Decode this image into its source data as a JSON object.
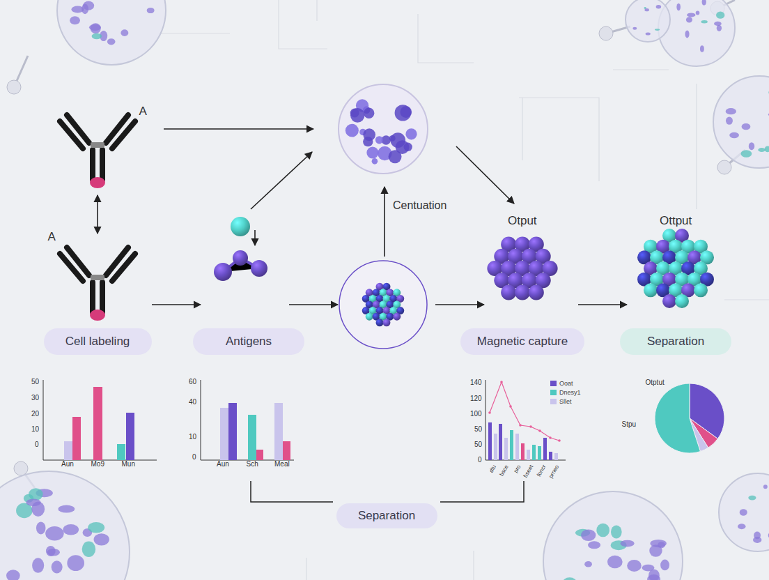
{
  "diagram": {
    "nodes": [
      {
        "text": [
          "Cell labeling"
        ]
      },
      {
        "text": [
          "Antigens"
        ]
      },
      {
        "text": [
          "Magnetic capture"
        ]
      },
      {
        "text": [
          "Separation"
        ]
      },
      {
        "text": [
          "Separation"
        ]
      }
    ],
    "labels": [
      "A",
      "A",
      "Centuation",
      "Otput",
      "Ottput",
      "50",
      "30",
      "20",
      "10",
      "0",
      "Aun",
      "Mo9",
      "Mun",
      "60",
      "40",
      "10",
      "0",
      "Aun",
      "Sch",
      "Meal",
      "140",
      "120",
      "100",
      "50",
      "50",
      "0",
      "dtu",
      "bsce",
      "pro",
      "bseet",
      "foncr",
      "prneo",
      "Otptut",
      "Stpu"
    ],
    "legend": [
      {
        "text": "Ooat",
        "color": "#6a4fc8"
      },
      {
        "text": "Dnesy1",
        "color": "#4fc9c0"
      },
      {
        "text": "Sllet",
        "color": "#c9c4ec"
      }
    ]
  }
}
